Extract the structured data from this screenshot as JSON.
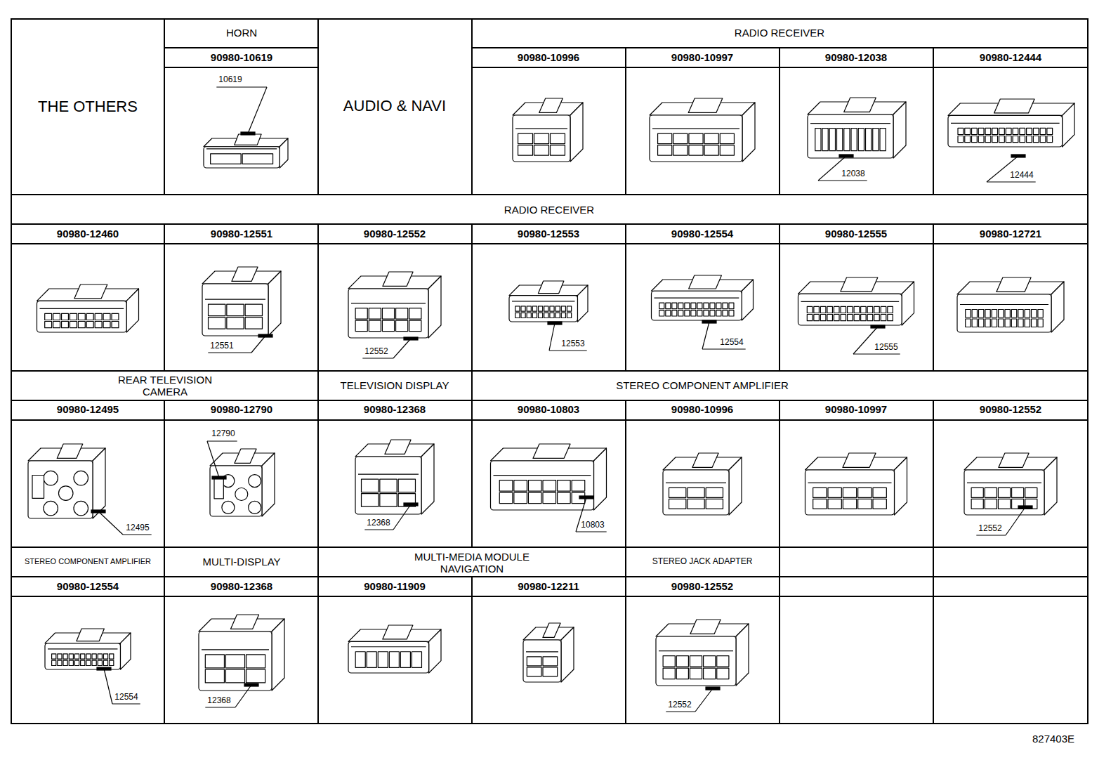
{
  "diagram": {
    "labels": [
      "THE OTHERS",
      "HORN",
      "90980-10619",
      "10619",
      "AUDIO & NAVI",
      "RADIO RECEIVER",
      "90980-10996",
      "90980-10997",
      "90980-12038",
      "90980-12444",
      "12038",
      "12444",
      "RADIO RECEIVER",
      "90980-12460",
      "90980-12551",
      "90980-12552",
      "90980-12553",
      "90980-12554",
      "90980-12555",
      "90980-12721",
      "12551",
      "12552",
      "12553",
      "12554",
      "12555",
      "REAR TELEVISION CAMERA",
      "TELEVISION DISPLAY",
      "STEREO COMPONENT AMPLIFIER",
      "90980-12495",
      "90980-12790",
      "90980-12368",
      "90980-10803",
      "90980-10996",
      "90980-10997",
      "90980-12552",
      "12495",
      "12790",
      "12368",
      "10803",
      "12552",
      "STEREO COMPONENT AMPLIFIER",
      "MULTI-DISPLAY",
      "MULTI-MEDIA MODULE NAVIGATION",
      "STEREO JACK ADAPTER",
      "90980-12554",
      "90980-12368",
      "90980-11909",
      "90980-12211",
      "90980-12552",
      "12554",
      "12368",
      "12552",
      "827403E"
    ]
  }
}
